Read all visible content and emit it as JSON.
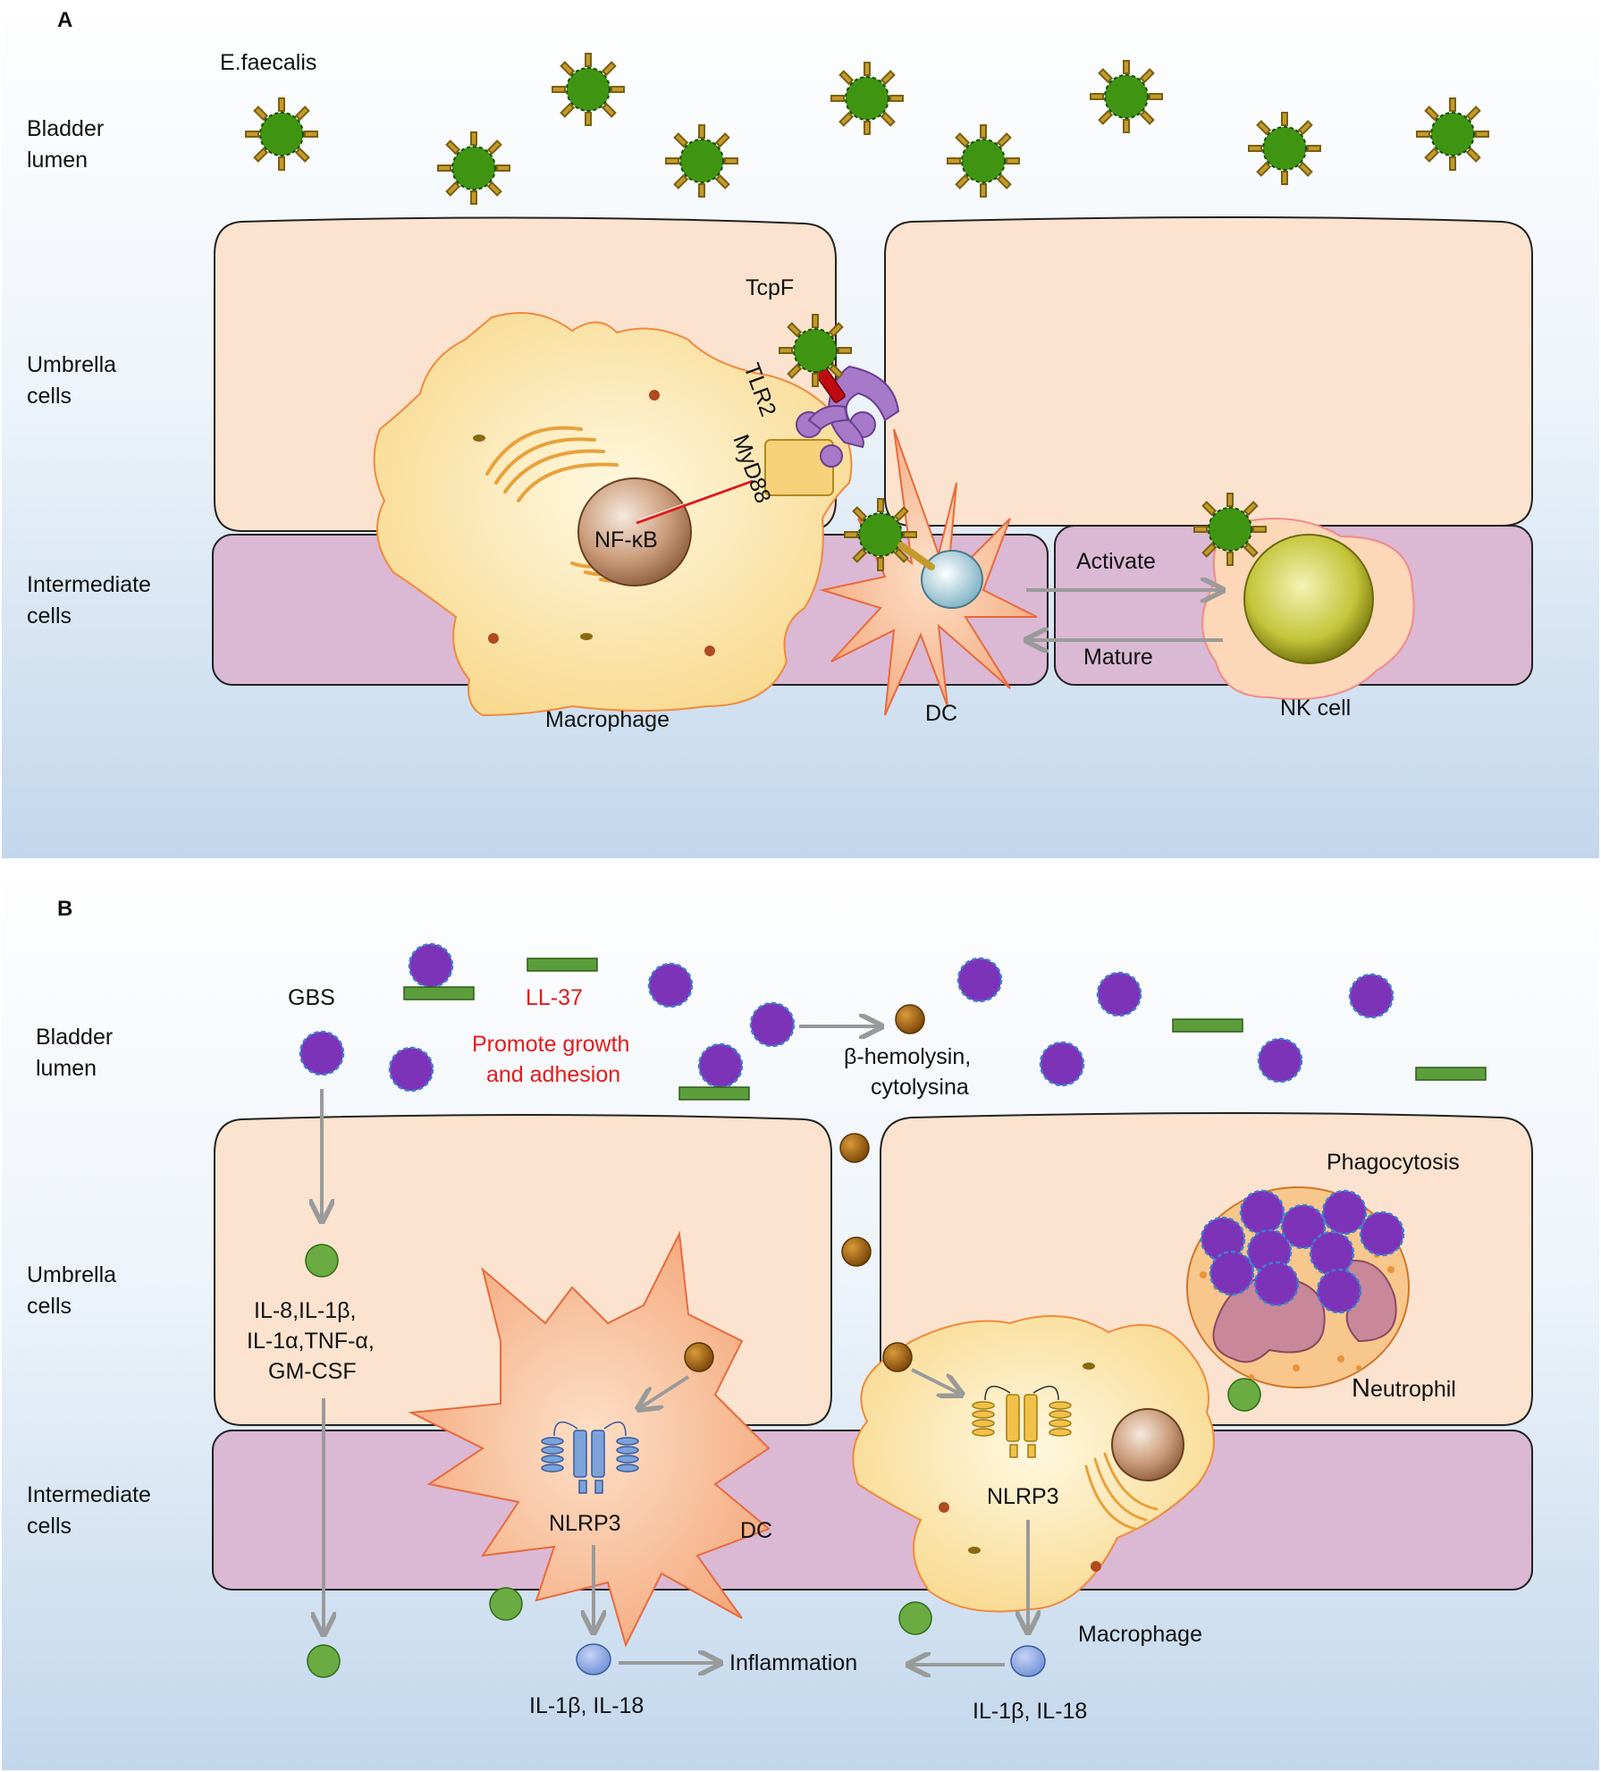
{
  "panel_a": {
    "tag": "A",
    "layers": {
      "lumen": [
        "Bladder",
        "lumen"
      ],
      "umbrella": [
        "Umbrella",
        "cells"
      ],
      "intermediate": [
        "Intermediate",
        "cells"
      ]
    },
    "labels": {
      "efaecalis": "E.faecalis",
      "tcpf": "TcpF",
      "tlr2": "TLR2",
      "myd88": "MyD88",
      "nfkb": "NF-κB",
      "activate": "Activate",
      "mature": "Mature",
      "macrophage": "Macrophage",
      "dc": "DC",
      "nk": "NK cell"
    }
  },
  "panel_b": {
    "tag": "B",
    "layers": {
      "lumen": [
        "Bladder",
        "lumen"
      ],
      "umbrella": [
        "Umbrella",
        "cells"
      ],
      "intermediate": [
        "Intermediate",
        "cells"
      ]
    },
    "labels": {
      "gbs": "GBS",
      "ll37": "LL-37",
      "promote": [
        "Promote growth",
        "and adhesion"
      ],
      "hemolysin": [
        "β-hemolysin,",
        "cytolysina"
      ],
      "cytokines": [
        "IL-8,IL-1β,",
        "IL-1α,TNF-α,",
        "GM-CSF"
      ],
      "phagocytosis": "Phagocytosis",
      "neutrophil_n": "N",
      "neutrophil_rest": "eutrophil",
      "nlrp3_dc": "NLRP3",
      "nlrp3_mac": "NLRP3",
      "dc": "DC",
      "macrophage": "Macrophage",
      "il_left": "IL-1β, IL-18",
      "il_right": "IL-1β, IL-18",
      "inflammation": "Inflammation"
    }
  },
  "colors": {
    "umbrella_fill": "#fbe3cf",
    "intermediate_fill": "#dbb8d3",
    "bacterium_green": "#3f9512",
    "gbs_purple": "#7d33b8",
    "ll37_green": "#5c9e3b",
    "toxin_brown": "#a4660c",
    "highlight_red": "#e31b1b"
  }
}
